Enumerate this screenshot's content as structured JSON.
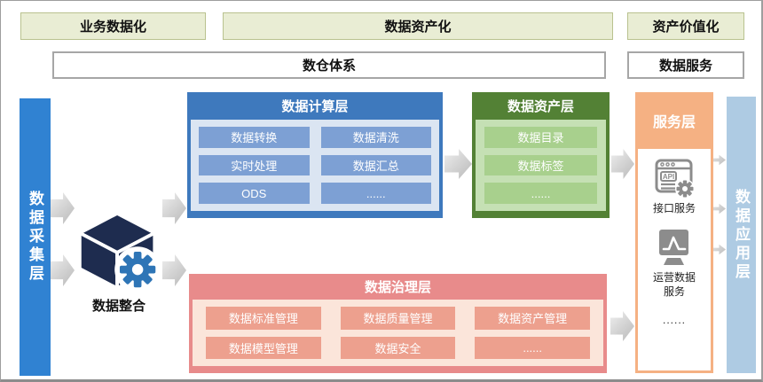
{
  "top_banners": {
    "business": "业务数据化",
    "asset": "数据资产化",
    "value": "资产价值化"
  },
  "row2": {
    "warehouse": "数仓体系",
    "service": "数据服务"
  },
  "left_bar": {
    "label": "数据采集层"
  },
  "right_bar": {
    "label": "数据应用层"
  },
  "integration": {
    "label": "数据整合",
    "icon": "cube-gear-icon"
  },
  "compute_layer": {
    "title": "数据计算层",
    "items": [
      "数据转换",
      "数据清洗",
      "实时处理",
      "数据汇总",
      "ODS",
      "......"
    ]
  },
  "asset_layer": {
    "title": "数据资产层",
    "items": [
      "数据目录",
      "数据标签",
      "......"
    ]
  },
  "governance_layer": {
    "title": "数据治理层",
    "items": [
      "数据标准管理",
      "数据质量管理",
      "数据资产管理",
      "数据模型管理",
      "数据安全",
      "......"
    ]
  },
  "service_layer": {
    "title": "服务层",
    "api_icon": "api-window-gear-icon",
    "api_icon_text": "API",
    "api_label": "接口服务",
    "ops_icon": "monitor-chart-icon",
    "ops_label": "运营数据服务",
    "more": "......"
  },
  "colors": {
    "banner_green_bg": "#e9edd4",
    "banner_green_border": "#b9c28f",
    "collection_bar_blue": "#3082d2",
    "application_bar_blue": "#aecbe3",
    "compute_header_blue": "#3e79bd",
    "compute_body_blue": "#dbe5f2",
    "compute_chip_blue": "#7da0d4",
    "asset_header_green": "#538135",
    "asset_body_green": "#c5e0b4",
    "asset_chip_green": "#a8d08d",
    "governance_header_red": "#e88b8b",
    "governance_body_pink": "#fbe5da",
    "governance_chip_salmon": "#eda08e",
    "service_orange": "#f5b183",
    "icon_gray": "#8c8c8c",
    "cube_navy": "#1e2c4f",
    "gear_blue": "#2e75b6"
  }
}
